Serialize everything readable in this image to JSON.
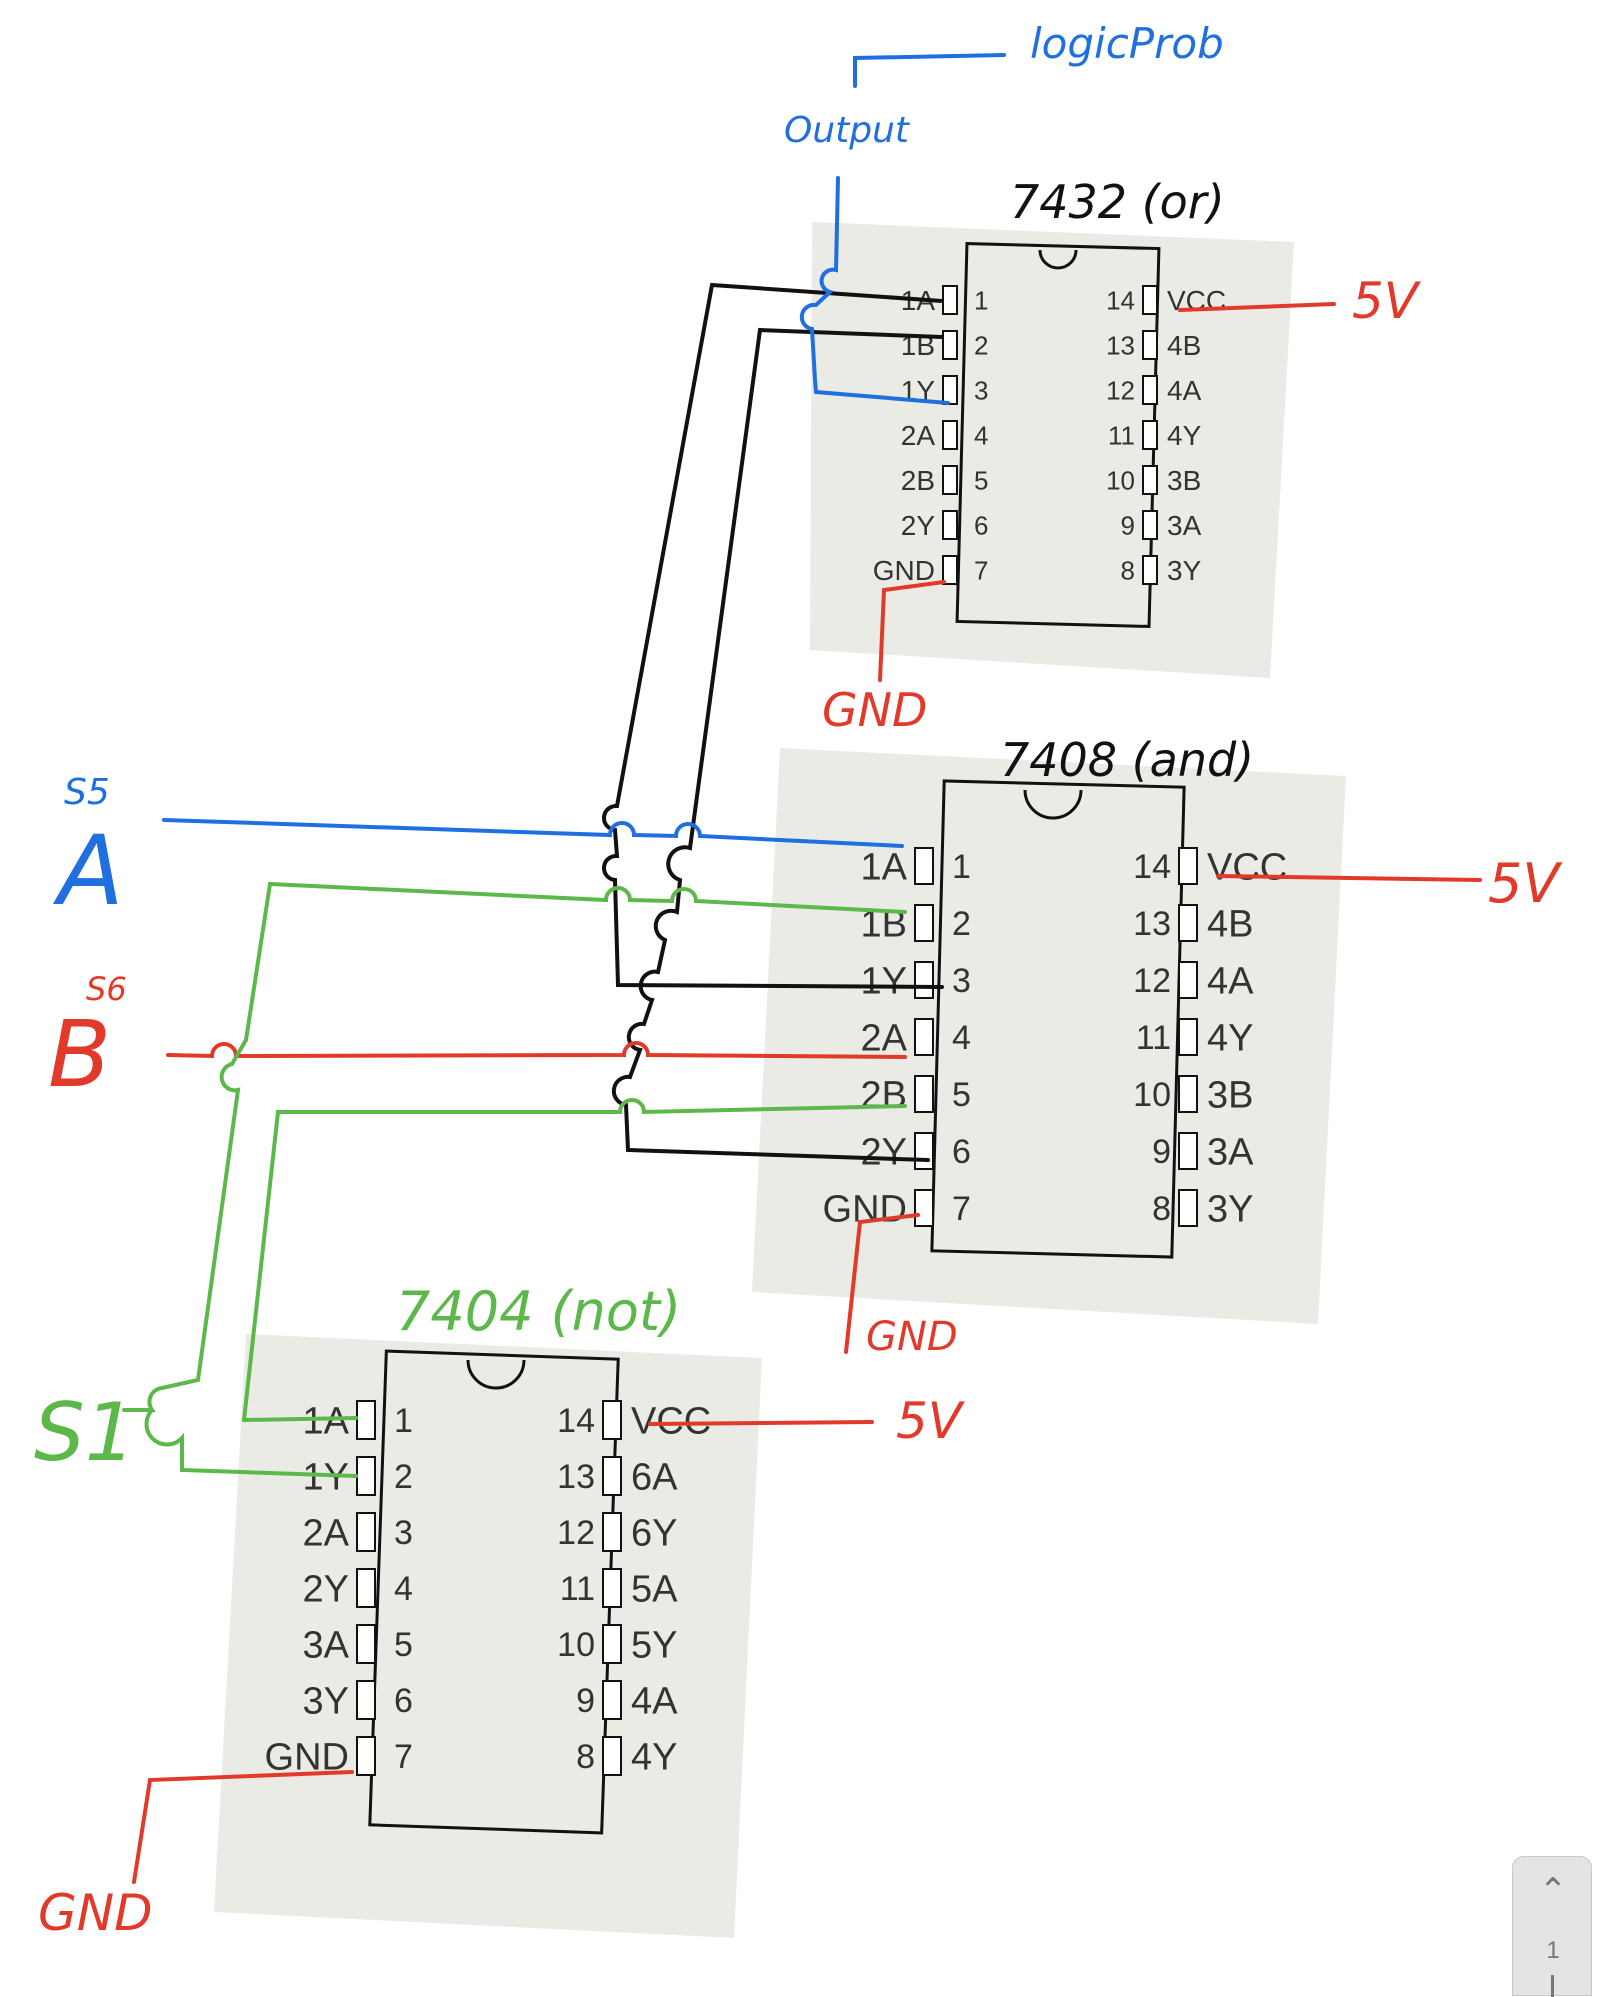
{
  "chips": [
    {
      "id": "7432",
      "title": "7432 (or)",
      "pins_left": [
        {
          "num": "1",
          "label": "1A"
        },
        {
          "num": "2",
          "label": "1B"
        },
        {
          "num": "3",
          "label": "1Y"
        },
        {
          "num": "4",
          "label": "2A"
        },
        {
          "num": "5",
          "label": "2B"
        },
        {
          "num": "6",
          "label": "2Y"
        },
        {
          "num": "7",
          "label": "GND"
        }
      ],
      "pins_right": [
        {
          "num": "14",
          "label": "VCC"
        },
        {
          "num": "13",
          "label": "4B"
        },
        {
          "num": "12",
          "label": "4A"
        },
        {
          "num": "11",
          "label": "4Y"
        },
        {
          "num": "10",
          "label": "3B"
        },
        {
          "num": "9",
          "label": "3A"
        },
        {
          "num": "8",
          "label": "3Y"
        }
      ]
    },
    {
      "id": "7408",
      "title": "7408 (and)",
      "pins_left": [
        {
          "num": "1",
          "label": "1A"
        },
        {
          "num": "2",
          "label": "1B"
        },
        {
          "num": "3",
          "label": "1Y"
        },
        {
          "num": "4",
          "label": "2A"
        },
        {
          "num": "5",
          "label": "2B"
        },
        {
          "num": "6",
          "label": "2Y"
        },
        {
          "num": "7",
          "label": "GND"
        }
      ],
      "pins_right": [
        {
          "num": "14",
          "label": "VCC"
        },
        {
          "num": "13",
          "label": "4B"
        },
        {
          "num": "12",
          "label": "4A"
        },
        {
          "num": "11",
          "label": "4Y"
        },
        {
          "num": "10",
          "label": "3B"
        },
        {
          "num": "9",
          "label": "3A"
        },
        {
          "num": "8",
          "label": "3Y"
        }
      ]
    },
    {
      "id": "7404",
      "title": "7404 (not)",
      "pins_left": [
        {
          "num": "1",
          "label": "1A"
        },
        {
          "num": "2",
          "label": "1Y"
        },
        {
          "num": "3",
          "label": "2A"
        },
        {
          "num": "4",
          "label": "2Y"
        },
        {
          "num": "5",
          "label": "3A"
        },
        {
          "num": "6",
          "label": "3Y"
        },
        {
          "num": "7",
          "label": "GND"
        }
      ],
      "pins_right": [
        {
          "num": "14",
          "label": "VCC"
        },
        {
          "num": "13",
          "label": "6A"
        },
        {
          "num": "12",
          "label": "6Y"
        },
        {
          "num": "11",
          "label": "5A"
        },
        {
          "num": "10",
          "label": "5Y"
        },
        {
          "num": "9",
          "label": "4A"
        },
        {
          "num": "8",
          "label": "4Y"
        }
      ]
    }
  ],
  "annotations": {
    "logic_probe": "logicProb",
    "output": "Output",
    "s5": "S5",
    "a": "A",
    "s6": "S6",
    "b": "B",
    "s1": "S1",
    "fivev_or": "5V",
    "fivev_and": "5V",
    "fivev_not": "5V",
    "gnd_or": "GND",
    "gnd_and": "GND",
    "gnd_not": "GND"
  },
  "wire_colors": {
    "black": "#111111",
    "blue": "#1f6fe0",
    "green": "#5cb84a",
    "red": "#e23a2a"
  },
  "page_indicator": {
    "current": "1",
    "icon": "chevron-up-icon"
  }
}
